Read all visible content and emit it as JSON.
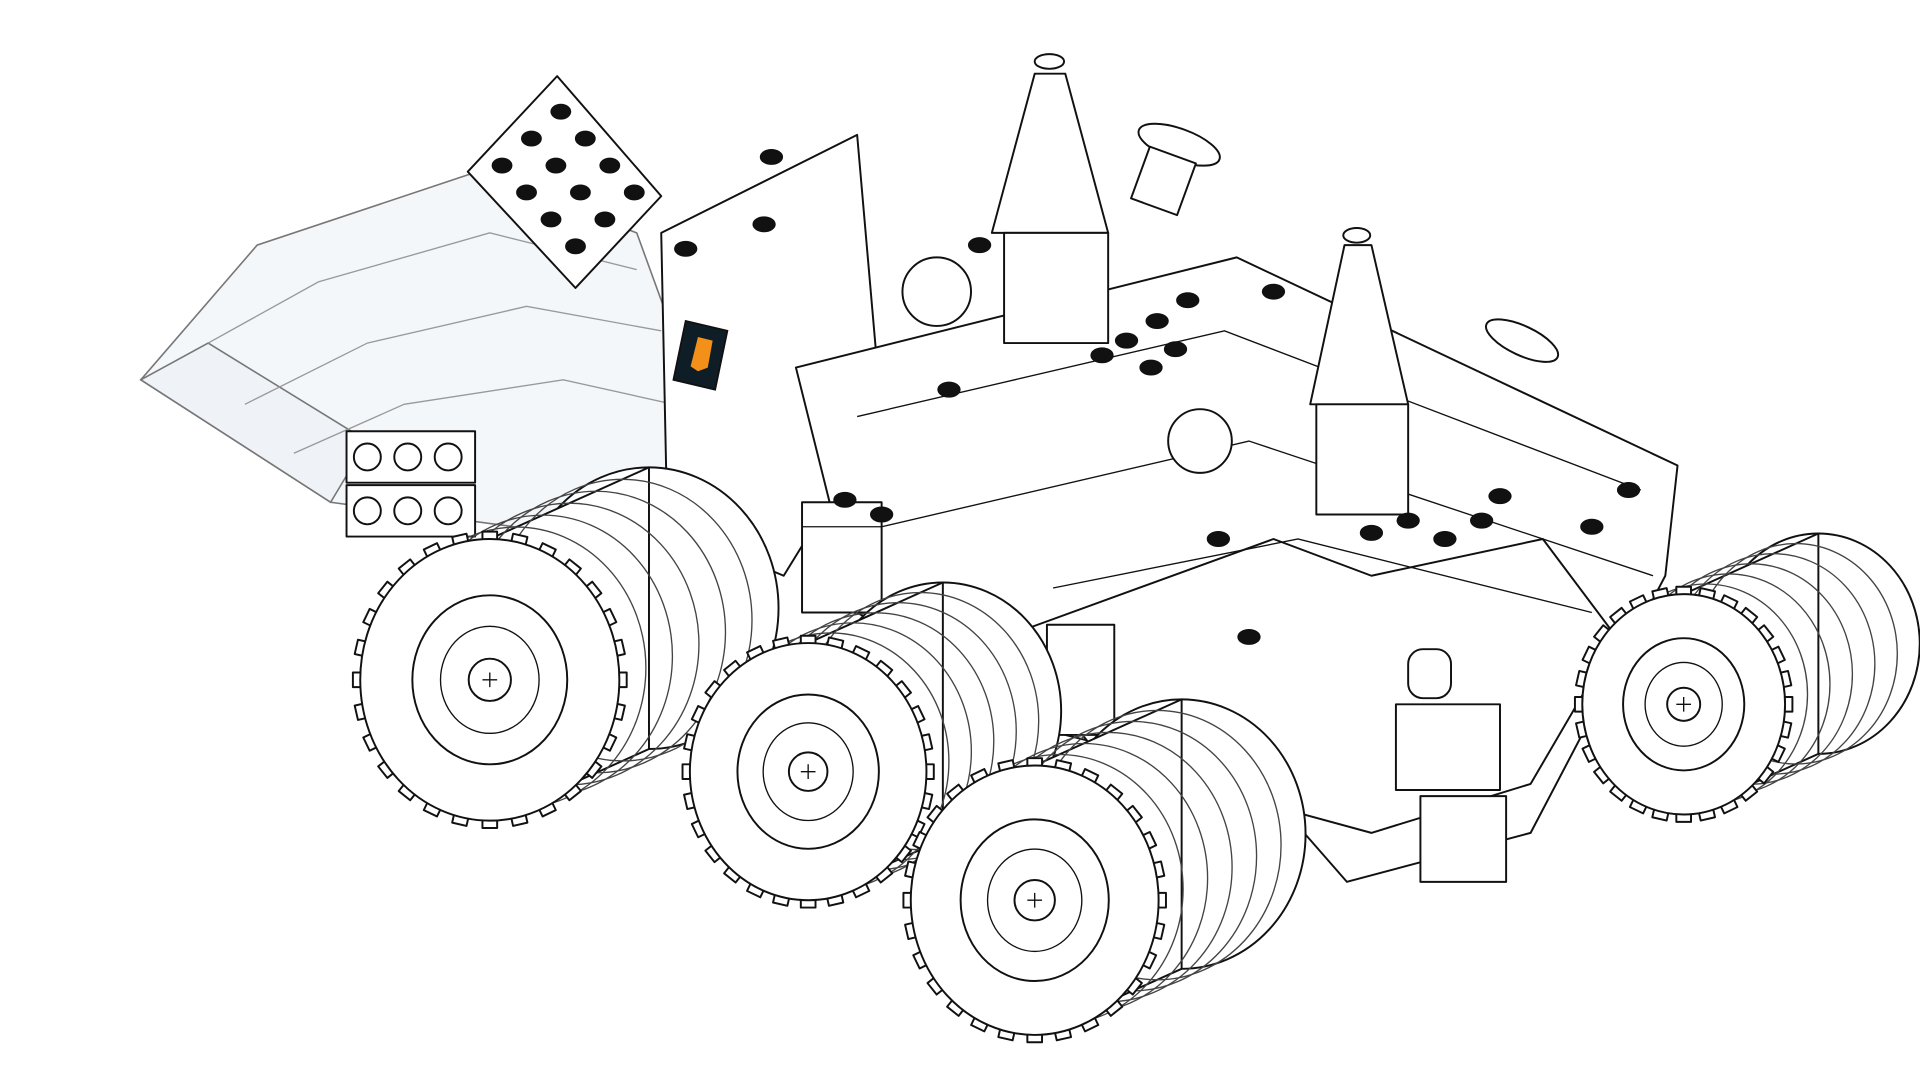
{
  "scene": {
    "subject": "lego-rover-line-render",
    "background": "#ffffff",
    "line_color": "#111111",
    "transparent_tint": "#ebf0f5"
  },
  "sticker": {
    "icon": "orange-hand-logo",
    "bg_color": "#0f1e26",
    "fg_color": "#f39019"
  },
  "wheels": [
    {
      "id": "rear-left",
      "teeth": 28
    },
    {
      "id": "middle-left",
      "teeth": 28
    },
    {
      "id": "front-left",
      "teeth": 28
    },
    {
      "id": "front-right",
      "teeth": 28
    }
  ]
}
